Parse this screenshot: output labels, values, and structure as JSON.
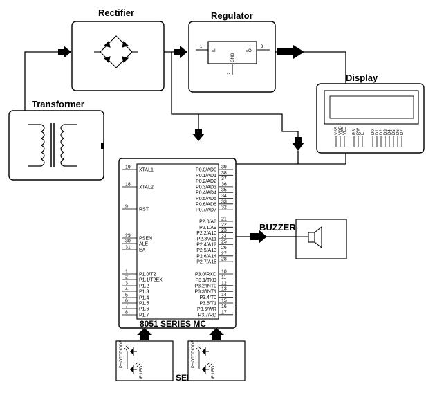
{
  "labels": {
    "rectifier": "Rectifier",
    "regulator": "Regulator",
    "transformer": "Transformer",
    "display": "Display",
    "buzzer": "BUZZER",
    "mc": "8051 SERIES MC",
    "speed_sensors": "SPEED SENSORS"
  },
  "regulator_pins": {
    "vi": "VI",
    "vo": "VO",
    "gnd": "GND",
    "p1": "1",
    "p2": "2",
    "p3": "3"
  },
  "mc_left_pins": [
    {
      "num": "19",
      "name": "XTAL1"
    },
    {
      "num": "18",
      "name": "XTAL2"
    },
    {
      "num": "9",
      "name": "RST"
    },
    {
      "num": "29",
      "name": "PSEN"
    },
    {
      "num": "30",
      "name": "ALE"
    },
    {
      "num": "31",
      "name": "EA"
    },
    {
      "num": "1",
      "name": "P1.0/T2"
    },
    {
      "num": "2",
      "name": "P1.1/T2EX"
    },
    {
      "num": "3",
      "name": "P1.2"
    },
    {
      "num": "4",
      "name": "P1.3"
    },
    {
      "num": "5",
      "name": "P1.4"
    },
    {
      "num": "6",
      "name": "P1.5"
    },
    {
      "num": "7",
      "name": "P1.6"
    },
    {
      "num": "8",
      "name": "P1.7"
    }
  ],
  "mc_right_pins": [
    {
      "num": "39",
      "name": "P0.0/AD0"
    },
    {
      "num": "38",
      "name": "P0.1/AD1"
    },
    {
      "num": "37",
      "name": "P0.2/AD2"
    },
    {
      "num": "36",
      "name": "P0.3/AD3"
    },
    {
      "num": "35",
      "name": "P0.4/AD4"
    },
    {
      "num": "34",
      "name": "P0.5/AD5"
    },
    {
      "num": "33",
      "name": "P0.6/AD6"
    },
    {
      "num": "32",
      "name": "P0.7/AD7"
    },
    {
      "num": "21",
      "name": "P2.0/A8"
    },
    {
      "num": "22",
      "name": "P2.1/A9"
    },
    {
      "num": "23",
      "name": "P2.2/A10"
    },
    {
      "num": "24",
      "name": "P2.3/A11"
    },
    {
      "num": "25",
      "name": "P2.4/A12"
    },
    {
      "num": "26",
      "name": "P2.5/A13"
    },
    {
      "num": "27",
      "name": "P2.6/A14"
    },
    {
      "num": "28",
      "name": "P2.7/A15"
    },
    {
      "num": "10",
      "name": "P3.0/RXD"
    },
    {
      "num": "11",
      "name": "P3.1/TXD"
    },
    {
      "num": "12",
      "name": "P3.2/INT0"
    },
    {
      "num": "13",
      "name": "P3.3/INT1"
    },
    {
      "num": "14",
      "name": "P3.4/T0"
    },
    {
      "num": "15",
      "name": "P3.5/T1"
    },
    {
      "num": "16",
      "name": "P3.6/WR"
    },
    {
      "num": "17",
      "name": "P3.7/RD"
    }
  ],
  "display_pins": [
    "VSS",
    "VDD",
    "VEE",
    "RS",
    "RW",
    "E",
    "D0",
    "D1",
    "D2",
    "D3",
    "D4",
    "D5",
    "D6",
    "D7"
  ],
  "sensor": {
    "part": "PHOTODIODE",
    "led": "IR LED"
  }
}
